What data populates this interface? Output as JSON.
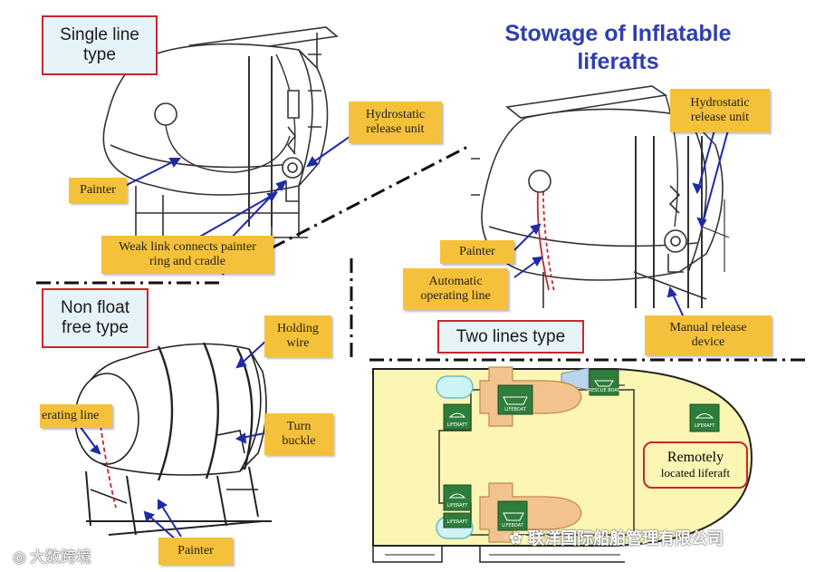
{
  "title": {
    "line1": "Stowage of Inflatable",
    "line2": "liferafts"
  },
  "types": {
    "single_line_1": "Single line",
    "single_line_2": "type",
    "non_float_1": "Non float",
    "non_float_2": "free type",
    "two_lines": "Two lines type"
  },
  "labels": {
    "hydrostatic_1_a": "Hydrostatic",
    "hydrostatic_1_b": "release unit",
    "painter_1": "Painter",
    "weak_link_a": "Weak link connects painter",
    "weak_link_b": "ring and cradle",
    "hydrostatic_2_a": "Hydrostatic",
    "hydrostatic_2_b": "release unit",
    "painter_2": "Painter",
    "automatic_a": "Automatic",
    "automatic_b": "operating line",
    "manual_a": "Manual release",
    "manual_b": "device",
    "holding_a": "Holding",
    "holding_b": "wire",
    "operating_line": "erating line",
    "turn_a": "Turn",
    "turn_b": "buckle",
    "painter_3": "Painter"
  },
  "plan": {
    "remotely_a": "Remotely",
    "remotely_b": "located liferaft",
    "lifeboat_1": "LIFEBOAT",
    "lifeboat_2": "LIFEBOAT",
    "liferaft_1": "LIFERAFT",
    "liferaft_2": "LIFERAFT",
    "liferaft_3": "LIFERAFT",
    "liferaft_4": "LIFERAFT",
    "rescue_boat": "RESCUE BOAT",
    "lifeboat_3": "LIFEBOAT"
  },
  "watermark": {
    "left": "大数跨境",
    "right": "联洋国际船舶管理有限公司"
  },
  "colors": {
    "title": "#2f3fae",
    "label_fill": "#f5c13a",
    "type_border": "#c8262e",
    "type_fill": "#e6f3f8",
    "plan_fill": "#fbf6b4",
    "lifeboat": "#f2c38e",
    "sign_green": "#2f7d3a",
    "raft_cyan": "#cdf3f4"
  }
}
